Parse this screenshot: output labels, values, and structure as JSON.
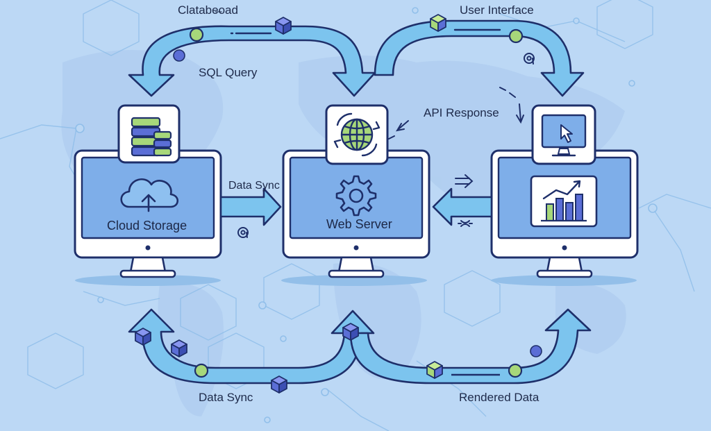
{
  "labels": {
    "top_left": "Clatabe̶oad",
    "top_right": "User Interface",
    "sql_query": "SQL Query",
    "api_response": "API Response",
    "data_sync_middle": "Data Sync",
    "data_sync_bottom": "Data Sync",
    "rendered_data": "Rendered Data"
  },
  "nodes": {
    "cloud_storage": "Cloud Storage",
    "web_server": "Web Server"
  },
  "colors": {
    "background": "#bcd8f5",
    "arrow_fill": "#7cc4ee",
    "outline": "#1e2f6a",
    "screen": "#7eaee9",
    "accent_green": "#a7d77a",
    "accent_cube": "#5b6ed6"
  }
}
